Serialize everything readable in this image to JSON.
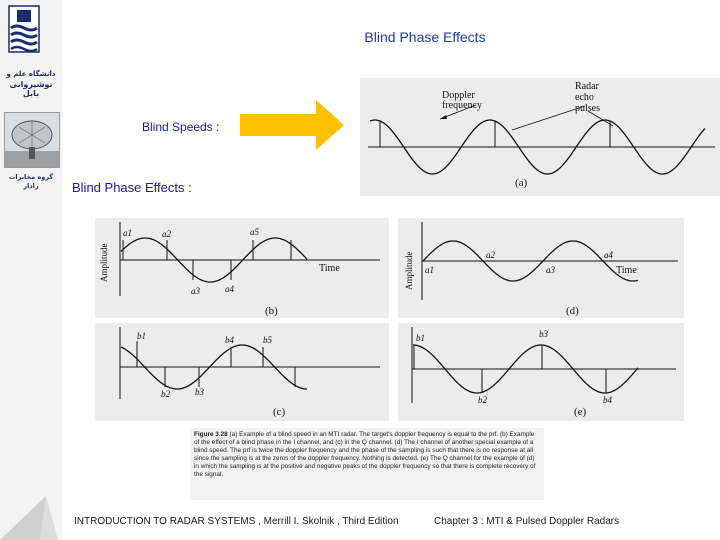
{
  "slide": {
    "title": "Blind Phase Effects",
    "blind_speeds_label": "Blind Speeds :",
    "blind_phase_label": "Blind Phase Effects :",
    "footer_reference": "INTRODUCTION TO RADAR SYSTEMS , Merrill I. Skolnik , Third Edition",
    "footer_chapter": "Chapter 3 :   MTI & Pulsed Doppler Radars"
  },
  "sidebar": {
    "university_name": "دانشگاه علم و",
    "university_subtitle": "نوشیروانی بابل",
    "group_name": "گروه مخابرات رادار"
  },
  "figure_a": {
    "doppler_label_1": "Doppler",
    "doppler_label_2": "frequency",
    "radar_label_1": "Radar",
    "radar_label_2": "echo",
    "radar_label_3": "pulses",
    "panel_label": "(a)"
  },
  "figure_b": {
    "ylabel": "Amplitude",
    "xlabel": "Time",
    "a1": "a1",
    "a2": "a2",
    "a3": "a3",
    "a4": "a4",
    "a5": "a5",
    "panel_label": "(b)"
  },
  "figure_c": {
    "b1": "b1",
    "b2": "b2",
    "b3": "b3",
    "b4": "b4",
    "b5": "b5",
    "panel_label": "(c)"
  },
  "figure_d": {
    "ylabel": "Amplitude",
    "xlabel": "Time",
    "a1": "a1",
    "a2": "a2",
    "a3": "a3",
    "a4": "a4",
    "panel_label": "(d)"
  },
  "figure_e": {
    "b1": "b1",
    "b2": "b2",
    "b3": "b3",
    "b4": "b4",
    "panel_label": "(e)"
  },
  "caption": {
    "figure_number": "Figure 3.28",
    "text": "(a) Example of a blind speed in an MTI radar. The target's doppler frequency is equal to the prf. (b) Example of the effect of a blind phase in the I channel, and (c) in the Q channel. (d) The I channel of another special example of a blind speed. The prf is twice the doppler frequency and the phase of the sampling is such that there is no response at all since the sampling is at the zeros of the doppler frequency. Nothing is detected. (e) The Q channel for the example of (d) in which the sampling is at the positive and negative peaks of the doppler frequency so that there is complete recovery of the signal."
  },
  "colors": {
    "title": "#1f3aa8",
    "label": "#1a1aa0",
    "arrow": "#ffc000",
    "panel": "#ececec",
    "logo": "#1a2c6b"
  }
}
